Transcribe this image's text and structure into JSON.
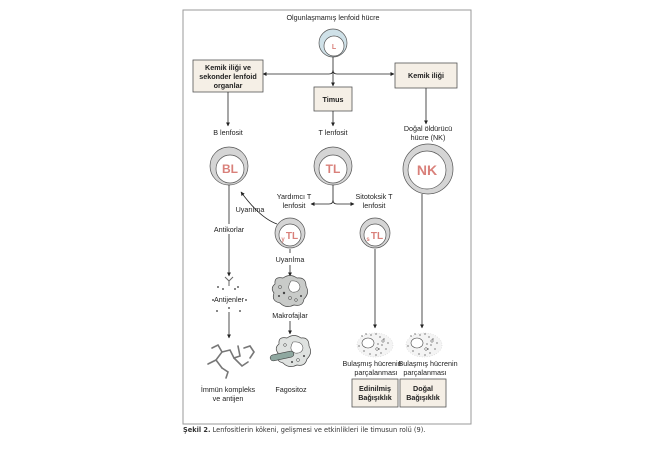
{
  "diagram": {
    "root_cell": {
      "title": "Olgunlaşmamış lenfoid hücre",
      "label": "L"
    },
    "boxes": {
      "left": [
        "Kemik iliği ve",
        "sekonder lenfoid",
        "organlar"
      ],
      "center": "Timus",
      "right": "Kemik iliği"
    },
    "b_cell": {
      "title": "B lenfosit",
      "label": "BL"
    },
    "t_cell": {
      "title": "T lenfosit",
      "label": "TL"
    },
    "nk_cell": {
      "title": [
        "Doğal öldürücü",
        "hücre (NK)"
      ],
      "label": "NK"
    },
    "helper_t": {
      "title": [
        "Yardımcı T",
        "lenfosit"
      ],
      "label": "TL",
      "subscript": "y"
    },
    "cytotoxic_t": {
      "title": [
        "Sitotoksik T",
        "lenfosit"
      ],
      "label": "TL",
      "subscript": "s"
    },
    "stimulation_1": "Uyarılma",
    "stimulation_2": "Uyarılma",
    "antibodies": "Antikorlar",
    "antigens": "Antijenler",
    "macrophages": "Makrofajlar",
    "immune_complex": [
      "İmmün kompleks",
      "ve antijen"
    ],
    "phagocytosis": "Fagositoz",
    "lysis_left": [
      "Bulaşmış hücrenin",
      "parçalanması"
    ],
    "lysis_right": [
      "Bulaşmış hücrenin",
      "parçalanması"
    ],
    "acquired_immunity": [
      "Edinilmiş",
      "Bağışıklık"
    ],
    "innate_immunity": [
      "Doğal",
      "Bağışıklık"
    ]
  },
  "caption": {
    "prefix": "Şekil 2.",
    "text": " Lenfositlerin kökeni, gelişmesi ve etkinlikleri ile timusun rolü (9)."
  },
  "colors": {
    "frame": "#9a9a9a",
    "line": "#222222",
    "cell_ring": "#d5d5d5",
    "root_ring": "#cfe1e8",
    "cell_text": "#d9807a",
    "box_fill": "#f5efe6",
    "macro_fill": "#c9cbc9"
  }
}
